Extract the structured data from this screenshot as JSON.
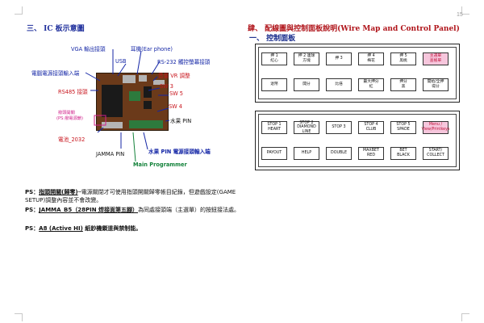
{
  "page_number": "15",
  "left": {
    "heading": "三、  IC 板示意圖",
    "labels": {
      "vga": "VGA 輸出接頭",
      "earphone": "耳機(Ear phone)",
      "usb": "USB",
      "rs232": "RS-232 觸控螢幕接頭",
      "power_in": "電腦電源接頭輸入端",
      "volume": "音量 VR 調整",
      "rs485": "RS485 接頭",
      "sw3": "SW 3",
      "sw5": "SW 5",
      "sw4": "SW 4",
      "clear_switch": "撥頭開關",
      "clear_switch_sub": "(PS:撥電源鎖)",
      "water_pin": "水果 PIN",
      "battery": "電池_2032",
      "jamma": "JAMMA PIN",
      "water_power": "水果 PIN 電源接頭輸入端",
      "main_programmer": "Main Programmer"
    },
    "notes": [
      {
        "tag": "PS：",
        "emph": "指頭開關(歸零)",
        "text": "─電源關閉才可使用指頭開關歸零帳目紀錄，但遊戲設定(GAME SETUP)調整內容並不會改變。"
      },
      {
        "tag": "PS：",
        "emph": "JAMMA_B5（28PIN 焊接面第五腳）",
        "text": "為同處接頭端（主選單）的按鈕接法處。"
      },
      {
        "tag": "PS：",
        "emph": "A8 (Active HI)",
        "text": "    紙鈔機鎖道與禁制能。"
      }
    ]
  },
  "right": {
    "heading": "肆、 配線圖與控制面板說明(Wire Map and Control Panel)",
    "subheading": "一、  控制面板",
    "panel1": {
      "row1": [
        "押 1\n紅心",
        "押 2 連球\n方塊",
        "押 3",
        "押 4\n梅花",
        "押 5\n黑桃",
        "主選單\n查帳單"
      ],
      "row2": [
        "退幣",
        "開分",
        "比倍",
        "最大押分\n紅",
        "押分\n黑",
        "開始/全押\n得分"
      ]
    },
    "panel2": {
      "row1": [
        "STOP 1\nHEART",
        "STOP 2\nDIAMOND\nLINE",
        "STOP 3",
        "STOP 4\nCLUB",
        "STOP 5\nSPADE",
        "Menu /\nView/Printkeys"
      ],
      "row2": [
        "PAYOUT",
        "HELP",
        "DOUBLE",
        "MAXBET\nRED",
        "BET\nBLACK",
        "START/\nCOLLECT"
      ]
    }
  }
}
